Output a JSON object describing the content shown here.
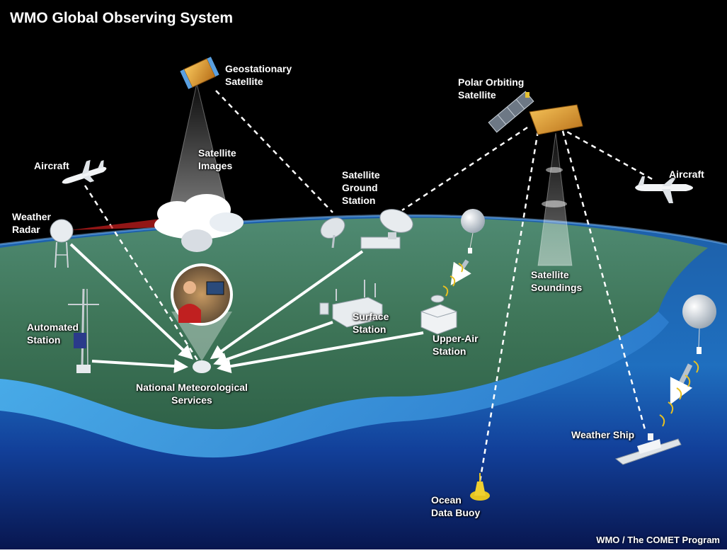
{
  "title": "WMO Global Observing System",
  "credit": "WMO / The COMET Program",
  "labels": {
    "geostationary_satellite": [
      "Geostationary",
      "Satellite"
    ],
    "polar_orbiting_satellite": [
      "Polar Orbiting",
      "Satellite"
    ],
    "satellite_images": [
      "Satellite",
      "Images"
    ],
    "aircraft_left": "Aircraft",
    "aircraft_right": "Aircraft",
    "weather_radar": [
      "Weather",
      "Radar"
    ],
    "satellite_ground_station": [
      "Satellite",
      "Ground",
      "Station"
    ],
    "satellite_soundings": [
      "Satellite",
      "Soundings"
    ],
    "automated_station": [
      "Automated",
      "Station"
    ],
    "surface_station": [
      "Surface",
      "Station"
    ],
    "upper_air_station": [
      "Upper-Air",
      "Station"
    ],
    "national_meteorological_services": [
      "National Meteorological",
      "Services"
    ],
    "weather_ship": "Weather Ship",
    "ocean_data_buoy": [
      "Ocean",
      "Data Buoy"
    ]
  },
  "colors": {
    "sky": "#000000",
    "ocean_deep": "#0a1a6b",
    "ocean_light": "#2f88d6",
    "land": "#3f7a5c",
    "satellite_gold": "#e0a02a",
    "arrow": "#ffffff"
  },
  "icons": [
    "geostationary-satellite-icon",
    "polar-satellite-icon",
    "aircraft-icon",
    "radar-dome-icon",
    "satellite-dish-icon",
    "weather-balloon-icon",
    "weather-ship-icon",
    "ocean-buoy-icon",
    "automated-station-icon",
    "surface-station-icon",
    "upper-air-station-icon",
    "cloud-icon",
    "forecaster-photo-icon"
  ]
}
